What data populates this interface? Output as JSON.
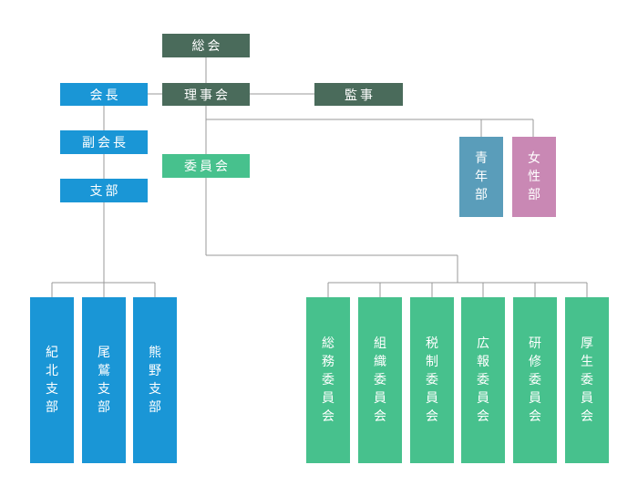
{
  "top": {
    "general_assembly": "総会",
    "board": "理事会",
    "auditor": "監事"
  },
  "left": {
    "chairman": "会長",
    "vice_chairman": "副会長",
    "branches": "支部",
    "branch_list": [
      "紀北支部",
      "尾鷲支部",
      "熊野支部"
    ]
  },
  "committees": {
    "label": "委員会",
    "list": [
      "総務委員会",
      "組織委員会",
      "税制委員会",
      "広報委員会",
      "研修委員会",
      "厚生委員会"
    ]
  },
  "divisions": [
    "青年部",
    "女性部"
  ],
  "colors": {
    "dark": "#4a6b5b",
    "blue": "#1a96d6",
    "green": "#47c18d",
    "steel": "#5a9dba",
    "pink": "#c988b4",
    "line": "#999999"
  }
}
